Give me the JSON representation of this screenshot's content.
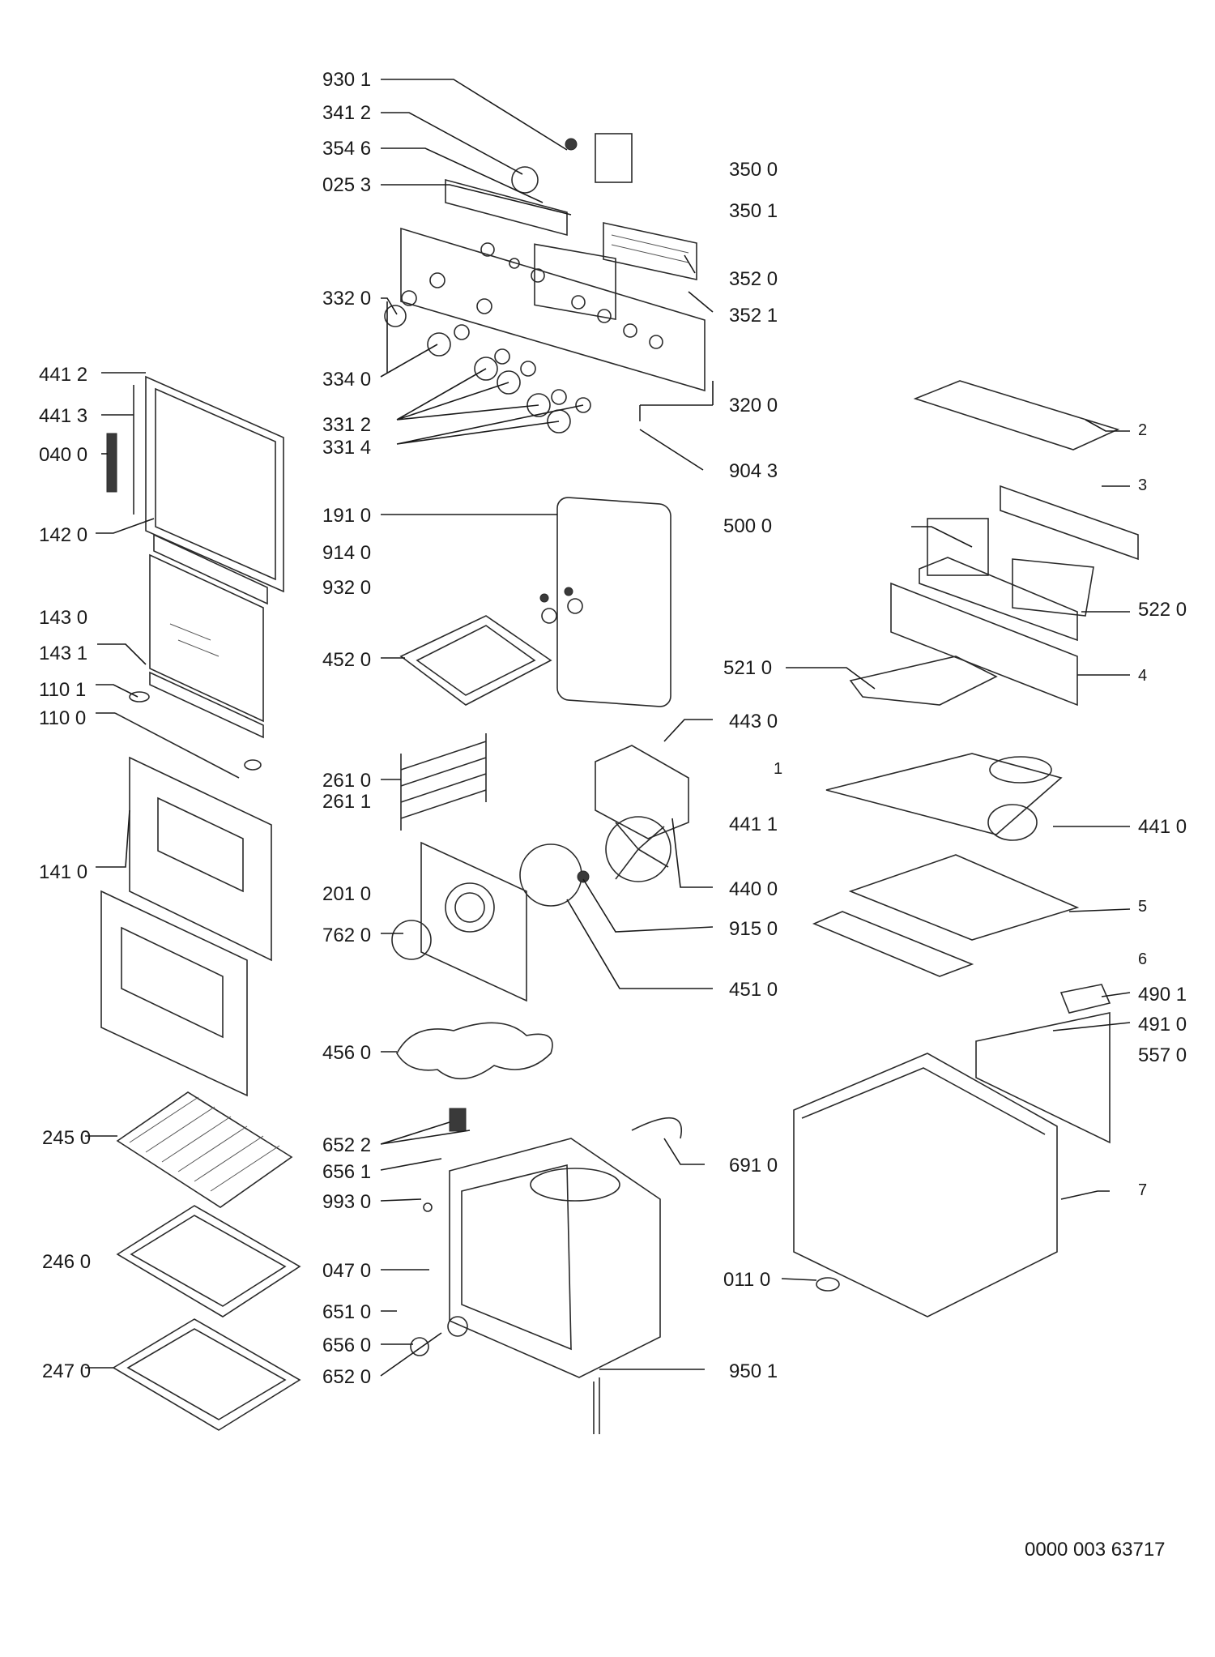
{
  "colors": {
    "ink": "#1a1a1a",
    "paper": "#ffffff"
  },
  "document_code": "0000 003 63717",
  "callouts": [
    {
      "id": "930-1",
      "text": "930 1"
    },
    {
      "id": "341-2",
      "text": "341 2"
    },
    {
      "id": "354-6",
      "text": "354 6"
    },
    {
      "id": "025-3",
      "text": "025 3"
    },
    {
      "id": "350-0",
      "text": "350 0"
    },
    {
      "id": "350-1",
      "text": "350 1"
    },
    {
      "id": "352-0",
      "text": "352 0"
    },
    {
      "id": "352-1",
      "text": "352 1"
    },
    {
      "id": "332-0",
      "text": "332 0"
    },
    {
      "id": "334-0",
      "text": "334 0"
    },
    {
      "id": "331-2",
      "text": "331 2"
    },
    {
      "id": "331-4",
      "text": "331 4"
    },
    {
      "id": "320-0",
      "text": "320 0"
    },
    {
      "id": "904-3",
      "text": "904 3"
    },
    {
      "id": "441-2",
      "text": "441 2"
    },
    {
      "id": "441-3",
      "text": "441 3"
    },
    {
      "id": "040-0",
      "text": "040 0"
    },
    {
      "id": "142-0",
      "text": "142 0"
    },
    {
      "id": "143-0",
      "text": "143 0"
    },
    {
      "id": "143-1",
      "text": "143 1"
    },
    {
      "id": "110-1",
      "text": "110 1"
    },
    {
      "id": "110-0",
      "text": "110 0"
    },
    {
      "id": "141-0",
      "text": "141 0"
    },
    {
      "id": "191-0",
      "text": "191 0"
    },
    {
      "id": "914-0",
      "text": "914 0"
    },
    {
      "id": "932-0",
      "text": "932 0"
    },
    {
      "id": "452-0",
      "text": "452 0"
    },
    {
      "id": "261-0",
      "text": "261 0"
    },
    {
      "id": "261-1",
      "text": "261 1"
    },
    {
      "id": "201-0",
      "text": "201 0"
    },
    {
      "id": "762-0",
      "text": "762 0"
    },
    {
      "id": "456-0",
      "text": "456 0"
    },
    {
      "id": "245-0",
      "text": "245 0"
    },
    {
      "id": "246-0",
      "text": "246 0"
    },
    {
      "id": "247-0",
      "text": "247 0"
    },
    {
      "id": "652-2",
      "text": "652 2"
    },
    {
      "id": "656-1",
      "text": "656 1"
    },
    {
      "id": "993-0",
      "text": "993 0"
    },
    {
      "id": "047-0",
      "text": "047 0"
    },
    {
      "id": "651-0",
      "text": "651 0"
    },
    {
      "id": "656-0",
      "text": "656 0"
    },
    {
      "id": "652-0",
      "text": "652 0"
    },
    {
      "id": "950-1",
      "text": "950 1"
    },
    {
      "id": "691-0",
      "text": "691 0"
    },
    {
      "id": "011-0",
      "text": "011 0"
    },
    {
      "id": "443-0",
      "text": "443 0"
    },
    {
      "id": "441-1",
      "text": "441 1"
    },
    {
      "id": "440-0",
      "text": "440 0"
    },
    {
      "id": "915-0",
      "text": "915 0"
    },
    {
      "id": "451-0",
      "text": "451 0"
    },
    {
      "id": "500-0",
      "text": "500 0"
    },
    {
      "id": "522-0",
      "text": "522 0"
    },
    {
      "id": "521-0",
      "text": "521 0"
    },
    {
      "id": "441-0",
      "text": "441 0"
    },
    {
      "id": "490-1",
      "text": "490 1"
    },
    {
      "id": "491-0",
      "text": "491 0"
    },
    {
      "id": "557-0",
      "text": "557 0"
    },
    {
      "id": "ref-1",
      "text": "1"
    },
    {
      "id": "ref-2",
      "text": "2"
    },
    {
      "id": "ref-3",
      "text": "3"
    },
    {
      "id": "ref-4",
      "text": "4"
    },
    {
      "id": "ref-5",
      "text": "5"
    },
    {
      "id": "ref-6",
      "text": "6"
    },
    {
      "id": "ref-7",
      "text": "7"
    }
  ]
}
